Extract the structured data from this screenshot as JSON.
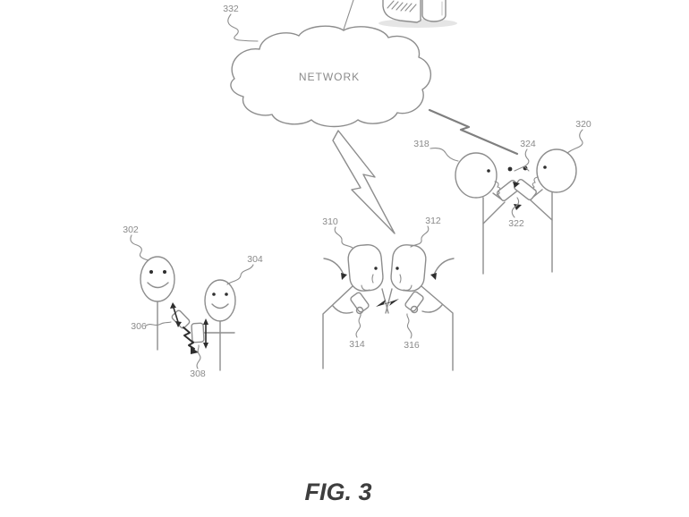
{
  "figure": {
    "caption": "FIG. 3",
    "network_label": "NETWORK",
    "colors": {
      "bg": "#ffffff",
      "line": "#8d8d8d",
      "label": "#8a8a8a",
      "dark": "#2e2e2e",
      "caption": "#3e3e3e"
    },
    "refs": {
      "r302": "302",
      "r304": "304",
      "r306": "306",
      "r308": "308",
      "r310": "310",
      "r312": "312",
      "r314": "314",
      "r316": "316",
      "r318": "318",
      "r320": "320",
      "r322": "322",
      "r324": "324",
      "r332": "332"
    }
  }
}
